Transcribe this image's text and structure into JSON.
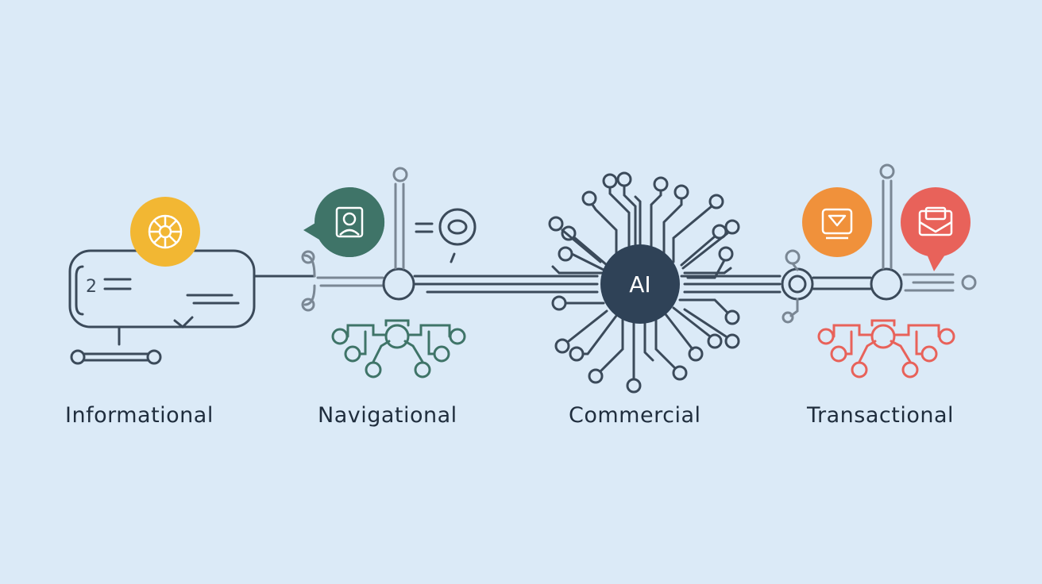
{
  "stages": [
    {
      "label": "Informational",
      "icon": "globe-icon",
      "color": "#f2b733"
    },
    {
      "label": "Navigational",
      "icon": "profile-card-icon",
      "color": "#3f7468"
    },
    {
      "label": "Commercial",
      "icon": "ai-chip-icon",
      "color": "#2f4257"
    },
    {
      "label": "Transactional",
      "icon": "envelope-icon",
      "color": "#e8625a"
    }
  ],
  "hub": {
    "text": "AI"
  },
  "informational_box": {
    "glyph_text": "2"
  },
  "colors": {
    "background": "#dbeaf7",
    "line": "#3b4a5a",
    "teal": "#3f7468",
    "yellow": "#f2b733",
    "orange": "#f0913b",
    "red": "#e8625a",
    "navy": "#2f4257"
  }
}
